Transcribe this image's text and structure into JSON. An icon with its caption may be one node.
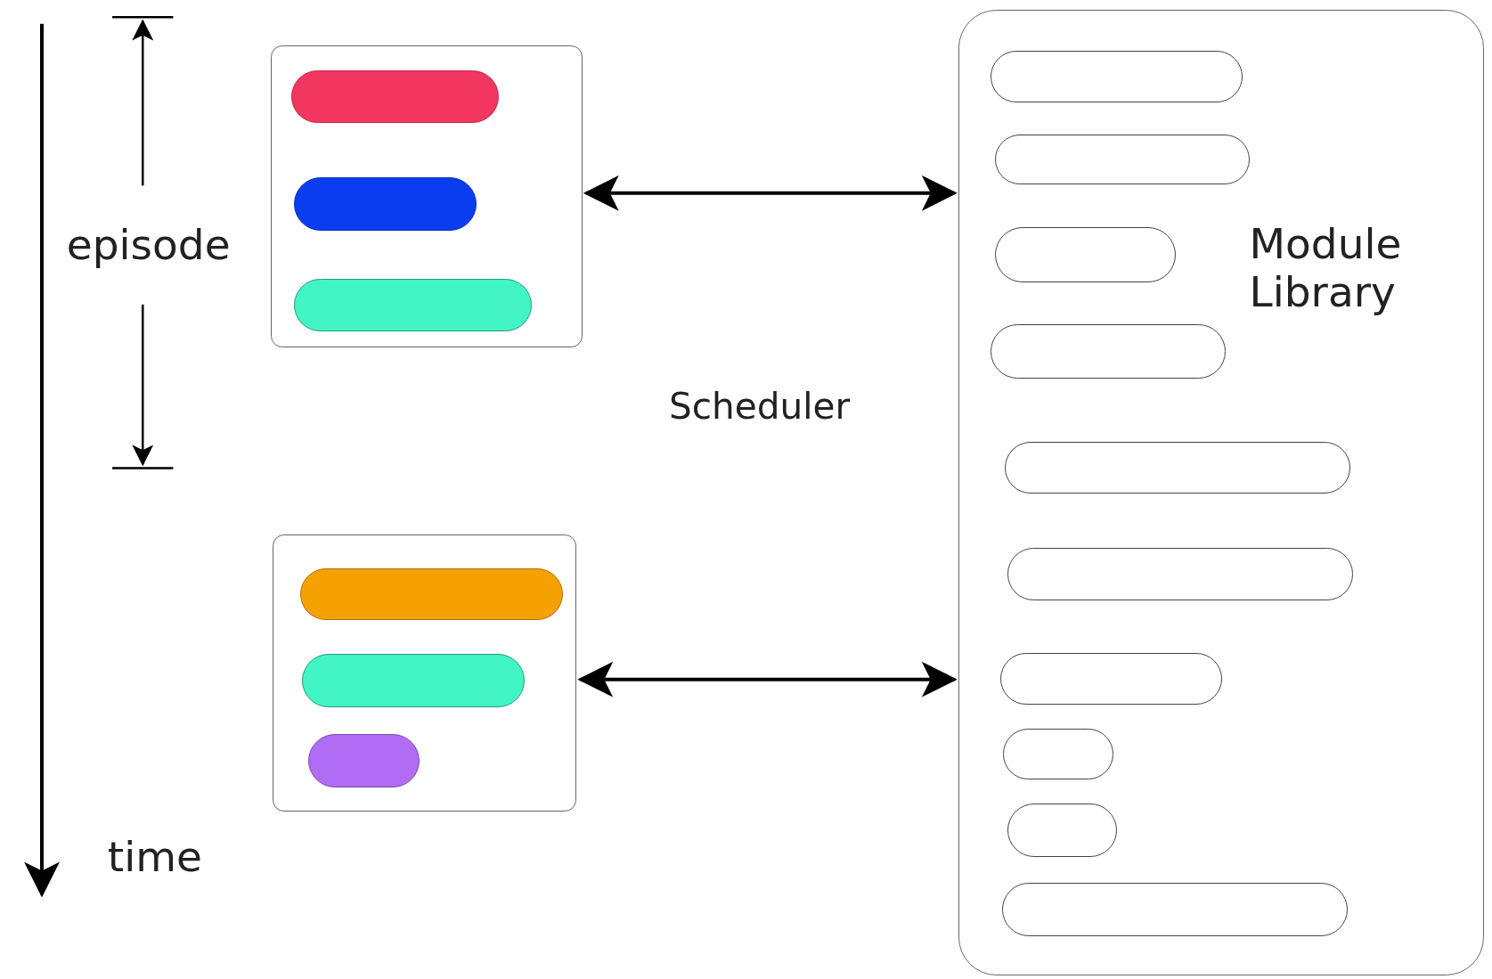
{
  "diagram": {
    "nodes": [
      {
        "text": [],
        "shape": "box"
      },
      {
        "text": [],
        "shape": "bar",
        "in": 0
      },
      {
        "text": [],
        "shape": "bar",
        "in": 0
      },
      {
        "text": [],
        "shape": "bar",
        "in": 0
      },
      {
        "text": [],
        "shape": "box"
      },
      {
        "text": [],
        "shape": "bar",
        "in": 4
      },
      {
        "text": [],
        "shape": "bar",
        "in": 4
      },
      {
        "text": [],
        "shape": "bar",
        "in": 4
      },
      {
        "text": [
          "Module Library"
        ]
      },
      {
        "text": [],
        "shape": "bar",
        "in": 8
      },
      {
        "text": [],
        "shape": "bar",
        "in": 8
      },
      {
        "text": [],
        "shape": "bar",
        "in": 8
      },
      {
        "text": [],
        "shape": "bar",
        "in": 8
      },
      {
        "text": [],
        "shape": "bar",
        "in": 8
      },
      {
        "text": [],
        "shape": "bar",
        "in": 8
      },
      {
        "text": [],
        "shape": "bar",
        "in": 8
      },
      {
        "text": [],
        "shape": "bar",
        "in": 8
      },
      {
        "text": [],
        "shape": "bar",
        "in": 8
      },
      {
        "text": [],
        "shape": "bar",
        "in": 8
      }
    ],
    "edges": [
      {
        "from": 0,
        "to": 8,
        "arrow": "both"
      },
      {
        "from": 4,
        "to": 8,
        "arrow": "both"
      }
    ],
    "labels": [
      "episode",
      "Scheduler",
      "time"
    ]
  }
}
